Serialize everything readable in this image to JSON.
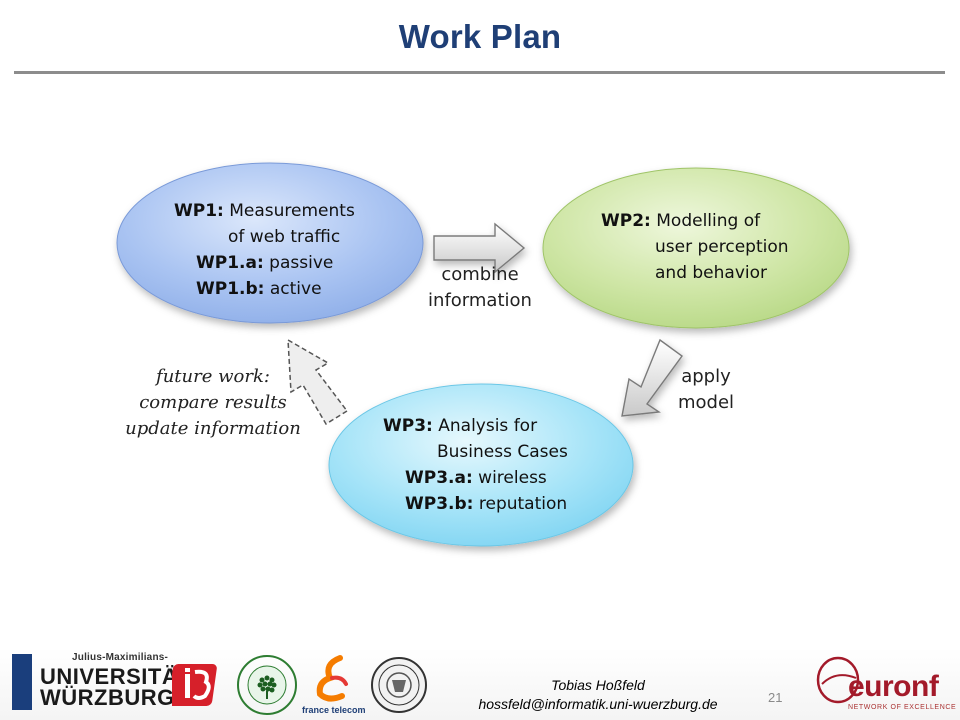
{
  "slide": {
    "title": "Work Plan"
  },
  "diagram": {
    "wp1": {
      "lines": [
        {
          "bold": "WP1:",
          "text": " Measurements"
        },
        {
          "bold": "",
          "text": "of web traffic"
        },
        {
          "bold": "WP1.a:",
          "text": " passive"
        },
        {
          "bold": "WP1.b:",
          "text": " active"
        }
      ]
    },
    "wp2": {
      "lines": [
        {
          "bold": "WP2:",
          "text": " Modelling of"
        },
        {
          "bold": "",
          "text": "user perception"
        },
        {
          "bold": "",
          "text": "and behavior"
        }
      ]
    },
    "wp3": {
      "lines": [
        {
          "bold": "WP3:",
          "text": " Analysis for"
        },
        {
          "bold": "",
          "text": "Business Cases"
        },
        {
          "bold": "WP3.a:",
          "text": " wireless"
        },
        {
          "bold": "WP3.b:",
          "text": " reputation"
        }
      ]
    },
    "arrow_labels": {
      "combine": [
        "combine",
        "information"
      ],
      "apply": [
        "apply",
        "model"
      ],
      "future": [
        "future work:",
        "compare results",
        "update information"
      ]
    },
    "colors": {
      "wp1_fill": "#aac4f2",
      "wp2_fill": "#cfe6a6",
      "wp3_fill": "#9fe2f7",
      "title_color": "#1f3f76"
    }
  },
  "footer": {
    "university_tag": "Julius-Maximilians-",
    "university_line1": "UNIVERSITÄT",
    "university_line2": "WÜRZBURG",
    "author_name": "Tobias Hoßfeld",
    "author_email": "hossfeld@informatik.uni-wuerzburg.de",
    "page_number": "21",
    "france_telecom": "france telecom",
    "euronf": "euronf",
    "euronf_subtitle": "NETWORK OF EXCELLENCE",
    "logo_icons": [
      "i3-logo-icon",
      "bth-logo-icon",
      "france-telecom-logo-icon",
      "seal-logo-icon",
      "euronf-logo-icon"
    ]
  }
}
